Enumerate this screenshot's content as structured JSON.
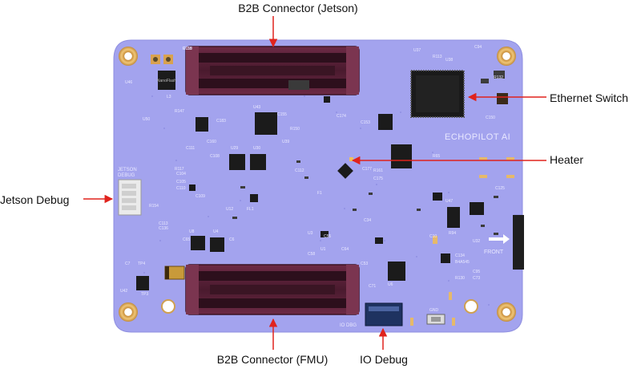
{
  "callouts": {
    "b2b_jetson": "B2B Connector (Jetson)",
    "ethernet_switch": "Ethernet Switch",
    "heater": "Heater",
    "jetson_debug": "Jetson Debug",
    "b2b_fmu": "B2B Connector (FMU)",
    "io_debug": "IO Debug"
  },
  "silkscreen": {
    "brand": "ECHOPILOT AI",
    "jetson_debug_header": [
      "JETSON",
      "DEBUG"
    ],
    "front": "FRONT",
    "io_dbg": "IO DBG",
    "gnd": "GND",
    "nano_chip": "NanoFlash",
    "refdes": [
      "R119",
      "U37",
      "R113",
      "U38",
      "C94",
      "C150",
      "U46",
      "U50",
      "L3",
      "R147",
      "C183",
      "U43",
      "C155",
      "C174",
      "C153",
      "U29",
      "U30",
      "U39",
      "C160",
      "C111",
      "C108",
      "C112",
      "C177",
      "R150",
      "R161",
      "C175",
      "R65",
      "U47",
      "C125",
      "R117",
      "C104",
      "C105",
      "C110",
      "C109",
      "C113",
      "C136",
      "R154",
      "FL1",
      "U12",
      "C34",
      "C64",
      "C58",
      "C65",
      "U4",
      "C6",
      "U3",
      "C55",
      "C53",
      "U6",
      "U8",
      "C7",
      "TP4",
      "TP3",
      "U42",
      "C71",
      "C10",
      "R94",
      "U32",
      "C134",
      "C95",
      "R130",
      "C73",
      "R132",
      "F1",
      "B4A545",
      "U1",
      "C158"
    ]
  },
  "colors": {
    "board": "#a3a3ee",
    "connector": "#5b2138",
    "arrow": "#e0231d",
    "mounting_hole": "#e4b55f"
  }
}
